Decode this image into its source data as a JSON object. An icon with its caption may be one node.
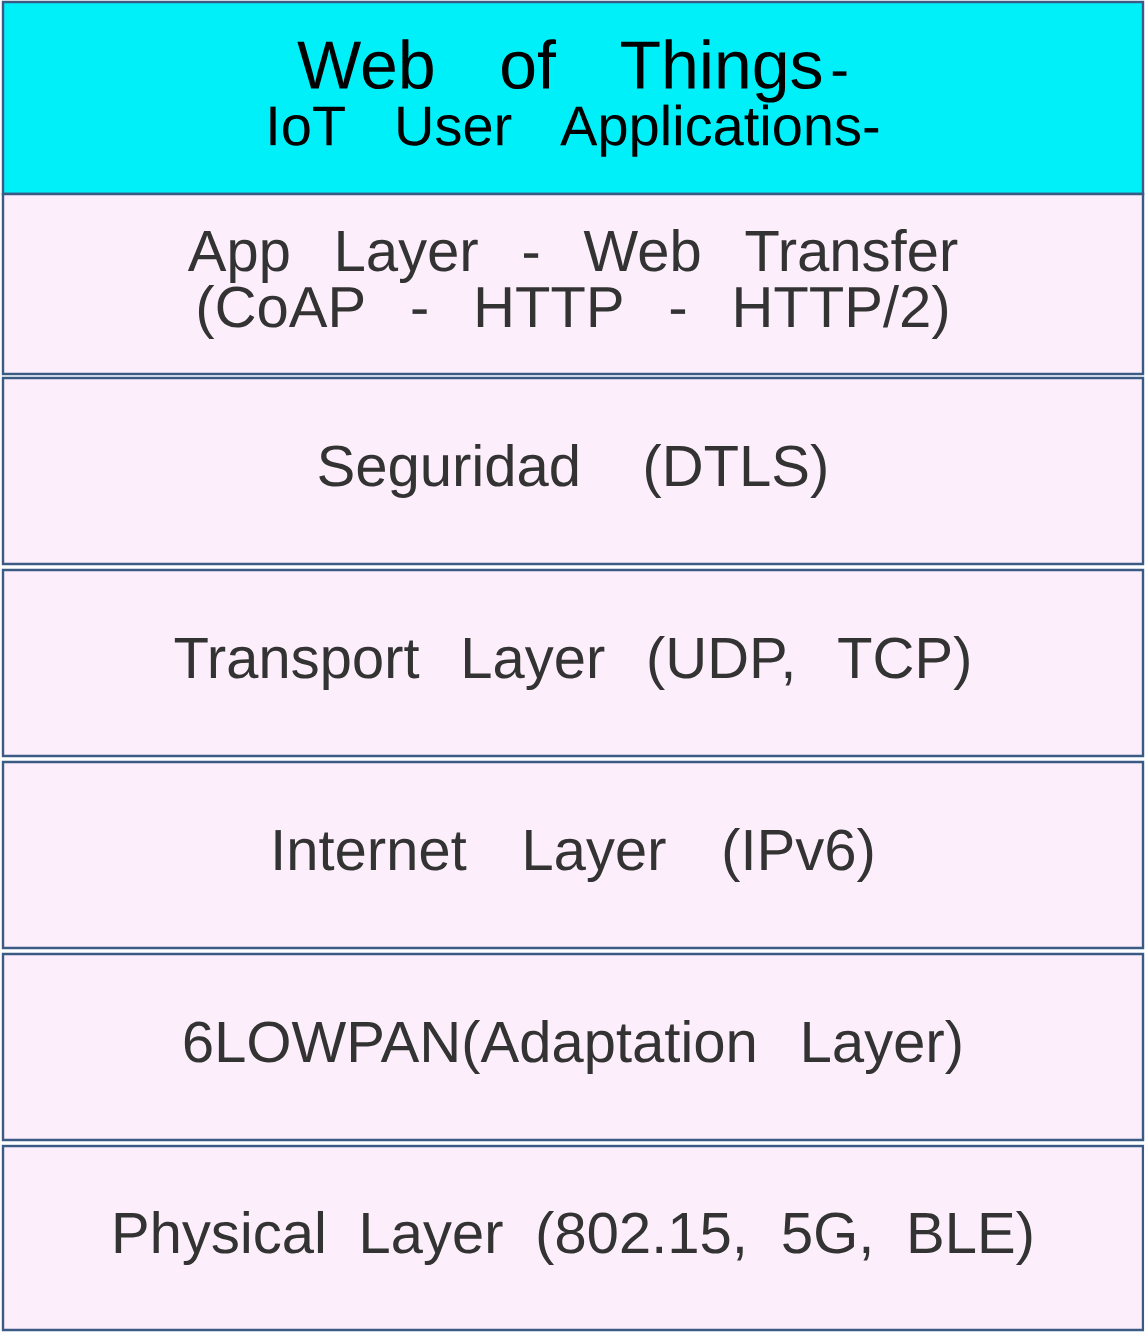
{
  "diagram": {
    "nodes": [
      {
        "text": [
          "Web of Things",
          "- IoT User Applications-"
        ]
      },
      {
        "text": [
          "App Layer - Web Transfer (CoAP - HTTP - HTTP/2)"
        ]
      },
      {
        "text": [
          "Seguridad (DTLS)"
        ]
      },
      {
        "text": [
          "Transport Layer (UDP, TCP)"
        ]
      },
      {
        "text": [
          "Internet Layer (IPv6)"
        ]
      },
      {
        "text": [
          "6LOWPAN(Adaptation Layer)"
        ]
      },
      {
        "text": [
          "Physical Layer (802.15, 5G, BLE)"
        ]
      }
    ]
  }
}
